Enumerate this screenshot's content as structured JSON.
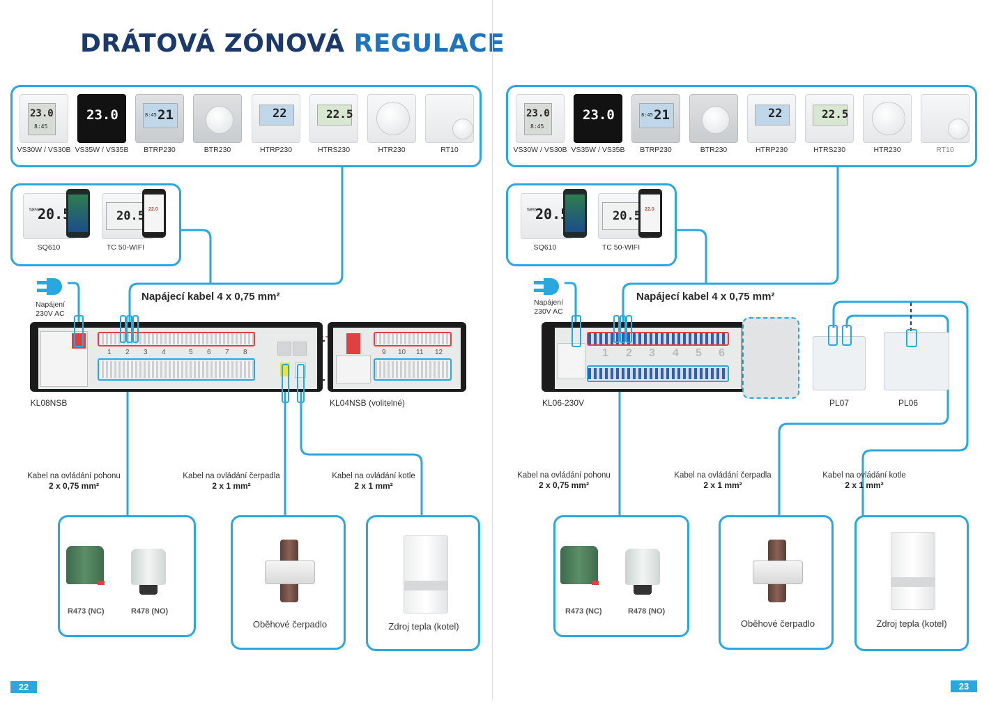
{
  "title": {
    "part1": "DRÁTOVÁ ZÓNOVÁ",
    "part2": "REGULACE"
  },
  "pages": {
    "left": "22",
    "right": "23"
  },
  "thermostats_left": [
    "VS30W / VS30B",
    "VS35W / VS35B",
    "BTRP230",
    "BTR230",
    "HTRP230",
    "HTRS230",
    "HTR230",
    "RT10"
  ],
  "thermostats_right": [
    "VS30W / VS30B",
    "VS35W / VS35B",
    "BTRP230",
    "BTR230",
    "HTRP230",
    "HTRS230",
    "HTR230",
    "RT10"
  ],
  "lcd": {
    "vs30": "23.0",
    "vs30_small": "8:45",
    "vs35": "23.0",
    "btrp": "21",
    "btrp_small": "8:45",
    "htrp": "22",
    "htrs": "22.5",
    "sq610": "20.5",
    "sq610_small": "58%",
    "tc50": "20.5",
    "tc50_phone": "22.0"
  },
  "wifi_left": [
    "SQ610",
    "TC 50-WIFI"
  ],
  "wifi_right": [
    "SQ610",
    "TC 50-WIFI"
  ],
  "power": {
    "label_line1": "Napájení",
    "label_line2": "230V AC"
  },
  "cable_main": "Napájecí kabel 4 x 0,75 mm²",
  "left_strips": {
    "main": "KL08NSB",
    "extension": "KL04NSB (volitelné)"
  },
  "left_zones": [
    "1",
    "2",
    "3",
    "4",
    "5",
    "6",
    "7",
    "8",
    "9",
    "10",
    "11",
    "12"
  ],
  "right_strips": {
    "main": "KL06-230V",
    "module1": "PL07",
    "module2": "PL06"
  },
  "right_zones": [
    "1",
    "2",
    "3",
    "4",
    "5",
    "6"
  ],
  "cables": {
    "actuator": {
      "line1": "Kabel na ovládání pohonu",
      "line2": "2 x 0,75 mm²"
    },
    "pump": {
      "line1": "Kabel na ovládání čerpadla",
      "line2": "2 x 1 mm²"
    },
    "boiler": {
      "line1": "Kabel na ovládání kotle",
      "line2": "2 x 1 mm²"
    }
  },
  "actuators": [
    "R473 (NC)",
    "R478 (NO)"
  ],
  "pump_label": "Oběhové čerpadlo",
  "boiler_label": "Zdroj tepla (kotel)",
  "colors": {
    "accent": "#29a8e0",
    "title_dark": "#1b3a6b",
    "title_light": "#1f74bd",
    "highlight_red": "#e0403f"
  }
}
